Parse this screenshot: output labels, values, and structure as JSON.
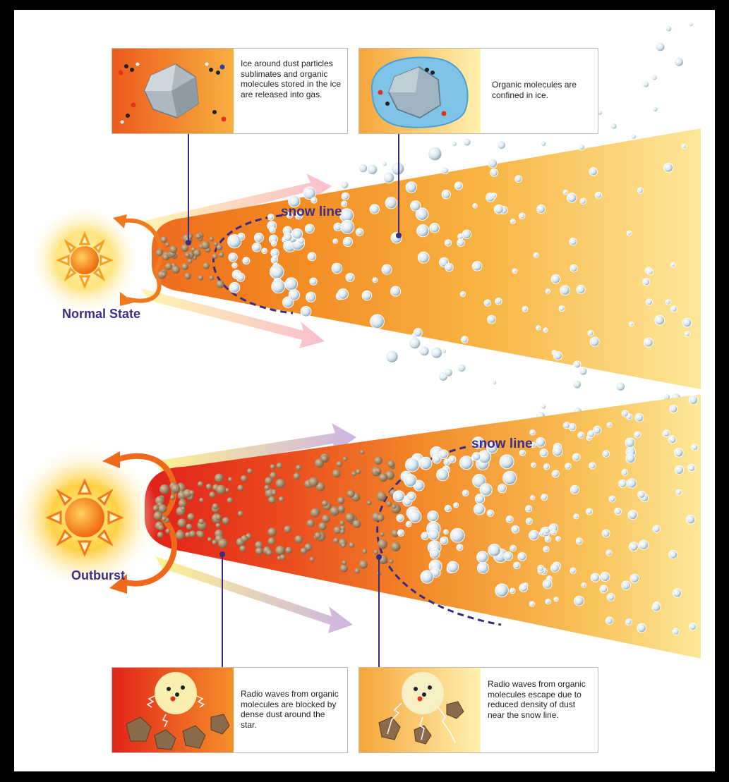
{
  "panels": {
    "normal": {
      "state_label": "Normal State",
      "snow_line_label": "snow line"
    },
    "outburst": {
      "state_label": "Outburst",
      "snow_line_label": "snow line"
    }
  },
  "callouts": {
    "sublimation": "Ice around dust particles sublimates and organic molecules stored in the ice are released into gas.",
    "confined": "Organic molecules are confined in ice.",
    "blocked": "Radio waves from organic molecules are blocked by dense dust around the star.",
    "escape": "Radio waves from organic molecules escape due to reduced density of dust near the snow line."
  },
  "colors": {
    "label_purple": "#3f2d86",
    "disk_orange": "#f08a1c",
    "disk_yellow": "#fde58a",
    "outburst_red": "#e8281a"
  }
}
